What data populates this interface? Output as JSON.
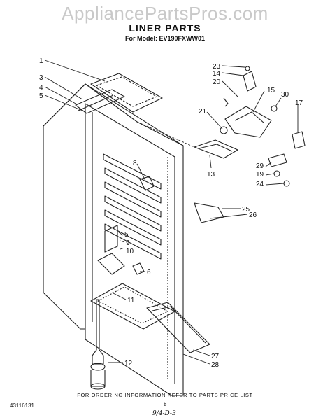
{
  "header": {
    "watermark": "AppliancePartsPros.com",
    "title": "LINER PARTS",
    "model": "For Model: EV190FXWW01"
  },
  "footer": {
    "note": "FOR ORDERING INFORMATION REFER TO PARTS PRICE LIST",
    "doc_number": "43116131",
    "page_number": "8",
    "handwritten": "9/4-D-3"
  },
  "callouts": [
    "1",
    "3",
    "4",
    "5",
    "8",
    "5",
    "9",
    "10",
    "6",
    "11",
    "12",
    "23",
    "14",
    "20",
    "15",
    "30",
    "21",
    "17",
    "13",
    "29",
    "19",
    "24",
    "25",
    "26",
    "27",
    "28"
  ]
}
